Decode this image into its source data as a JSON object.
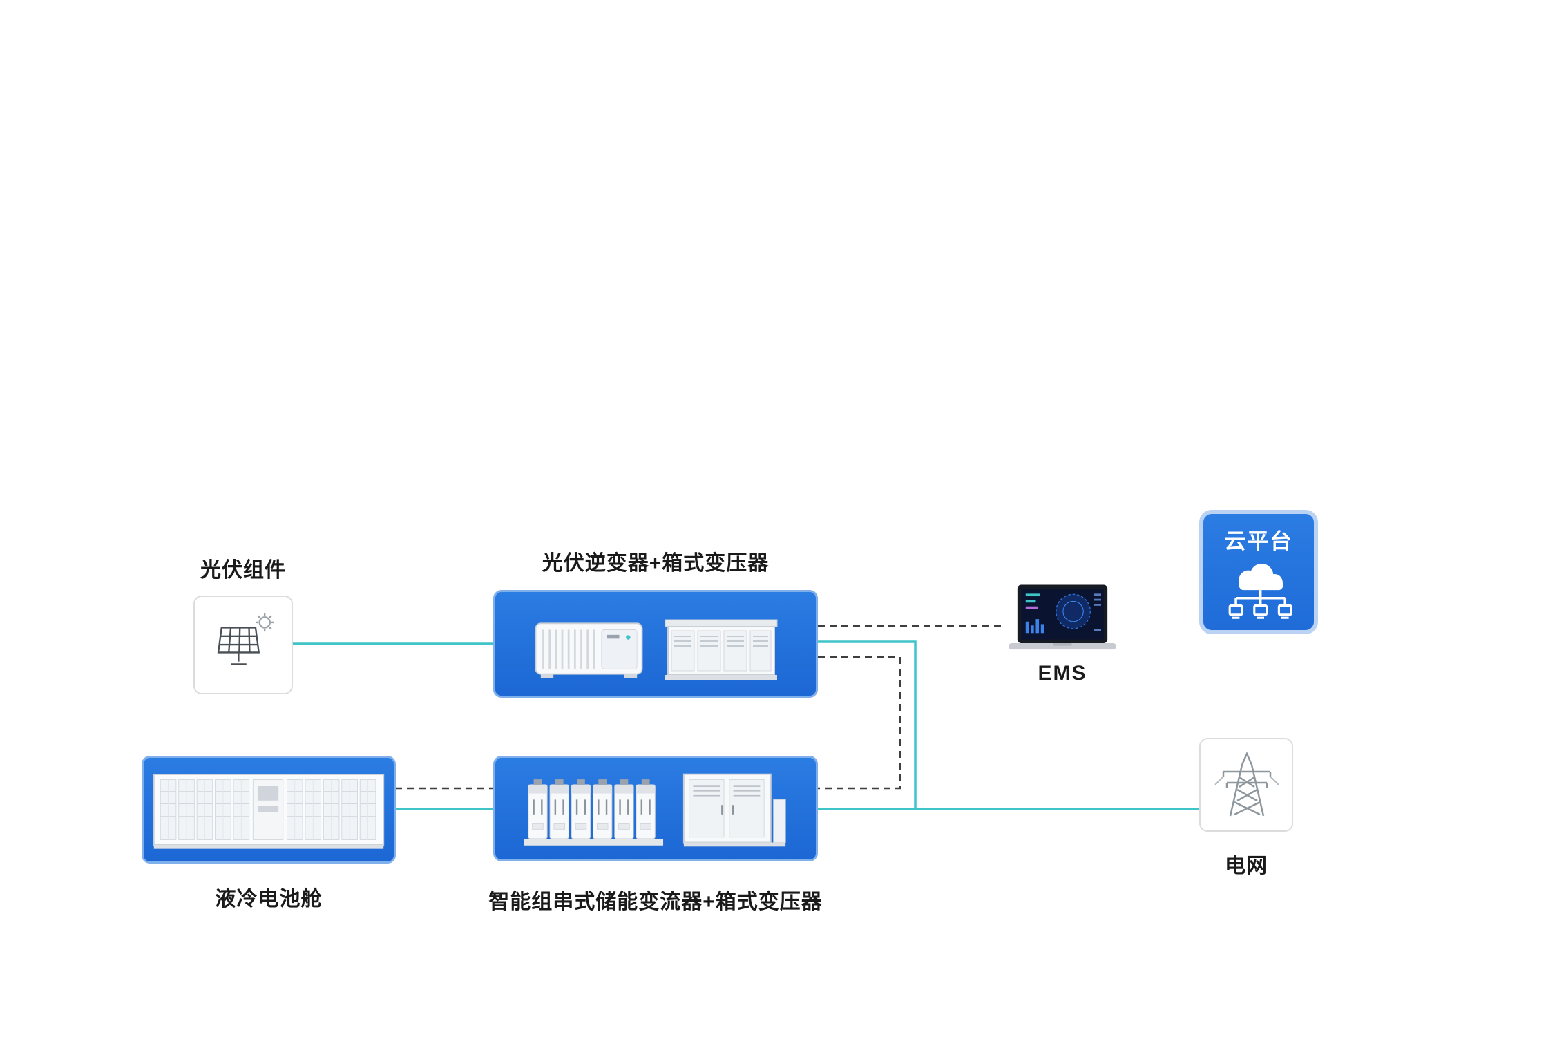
{
  "nodes": {
    "pv": {
      "label": "光伏组件",
      "icon": "solar-panel-icon"
    },
    "pv_inverter": {
      "label": "光伏逆变器+箱式变压器",
      "icon": "inverter-transformer-image"
    },
    "ems": {
      "label": "EMS",
      "icon": "laptop-dashboard-icon"
    },
    "cloud": {
      "label": "云平台",
      "icon": "cloud-network-icon"
    },
    "battery": {
      "label": "液冷电池舱",
      "icon": "battery-container-image"
    },
    "pcs": {
      "label": "智能组串式储能变流器+箱式变压器",
      "icon": "pcs-transformer-image"
    },
    "grid": {
      "label": "电网",
      "icon": "transmission-tower-icon"
    }
  },
  "connections": [
    {
      "from": "pv",
      "to": "pv_inverter",
      "type": "power"
    },
    {
      "from": "pv_inverter",
      "to": "ems",
      "type": "comm"
    },
    {
      "from": "pv_inverter",
      "to": "pcs",
      "type": "comm"
    },
    {
      "from": "battery",
      "to": "pcs",
      "type": "comm"
    },
    {
      "from": "battery",
      "to": "pcs",
      "type": "power"
    },
    {
      "from": "pv_inverter",
      "to": "grid",
      "type": "power"
    },
    {
      "from": "pcs",
      "to": "grid",
      "type": "power"
    }
  ],
  "colors": {
    "node_blue": "#1f72dc",
    "node_blue_border": "#7fb0ec",
    "cloud_border": "#bad3f4",
    "power_line_teal": "#3fc4c8",
    "comm_line_dashed": "#3f3f3f",
    "label_text": "#1a1a1a",
    "white_node_border": "#dcdcdc"
  }
}
